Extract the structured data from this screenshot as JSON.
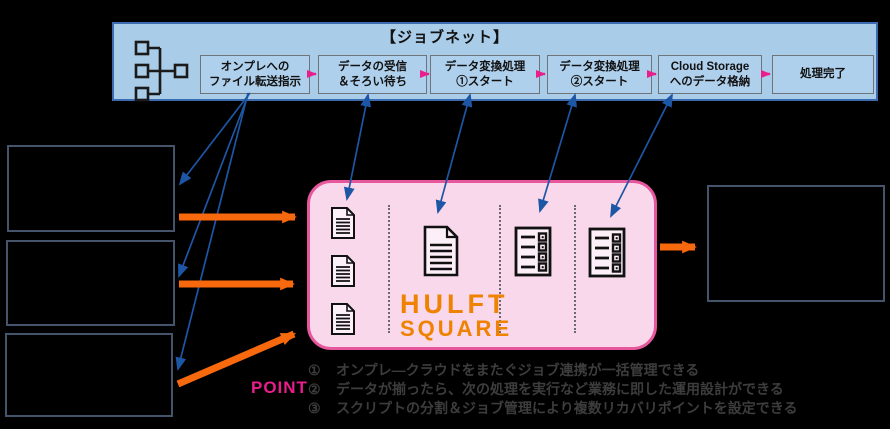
{
  "banner": {
    "title": "【ジョブネット】",
    "steps": [
      {
        "line1": "オンプレへの",
        "line2": "ファイル転送指示"
      },
      {
        "line1": "データの受信",
        "line2": "＆そろい待ち"
      },
      {
        "line1": "データ変換処理",
        "line2": "①スタート"
      },
      {
        "line1": "データ変換処理",
        "line2": "②スタート"
      },
      {
        "line1": "Cloud Storage",
        "line2": "へのデータ格納"
      },
      {
        "line1": "処理完了",
        "line2": ""
      }
    ]
  },
  "hulft": {
    "logo_line1": "HULFT",
    "logo_line2": "SQUARE"
  },
  "point": {
    "label": "POINT",
    "items": [
      {
        "num": "①",
        "text": "オンプレ―クラウドをまたぐジョブ連携が一括管理できる"
      },
      {
        "num": "②",
        "text": "データが揃ったら、次の処理を実行など業務に即した運用設計ができる"
      },
      {
        "num": "③",
        "text": "スクリプトの分割＆ジョブ管理により複数リカバリポイントを設定できる"
      }
    ]
  },
  "icons": {
    "jobnet_tree": "jobnet-tree-icon",
    "small_documents_count": 3,
    "large_document": "document-icon",
    "checklists_count": 2
  },
  "colors": {
    "background": "#000000",
    "banner_fill": "#a9cce8",
    "banner_border": "#3c6bb0",
    "step_box_border": "#6e7478",
    "flow_arrow_magenta": "#e91e8c",
    "link_arrow_blue": "#1d56a5",
    "data_arrow_orange": "#f8690e",
    "hulft_box_fill": "#f8d8ea",
    "hulft_box_border": "#e7579d",
    "hulft_logo_orange": "#ef8200",
    "point_label_magenta": "#e91e8c",
    "redacted_box_border": "#44546a"
  }
}
